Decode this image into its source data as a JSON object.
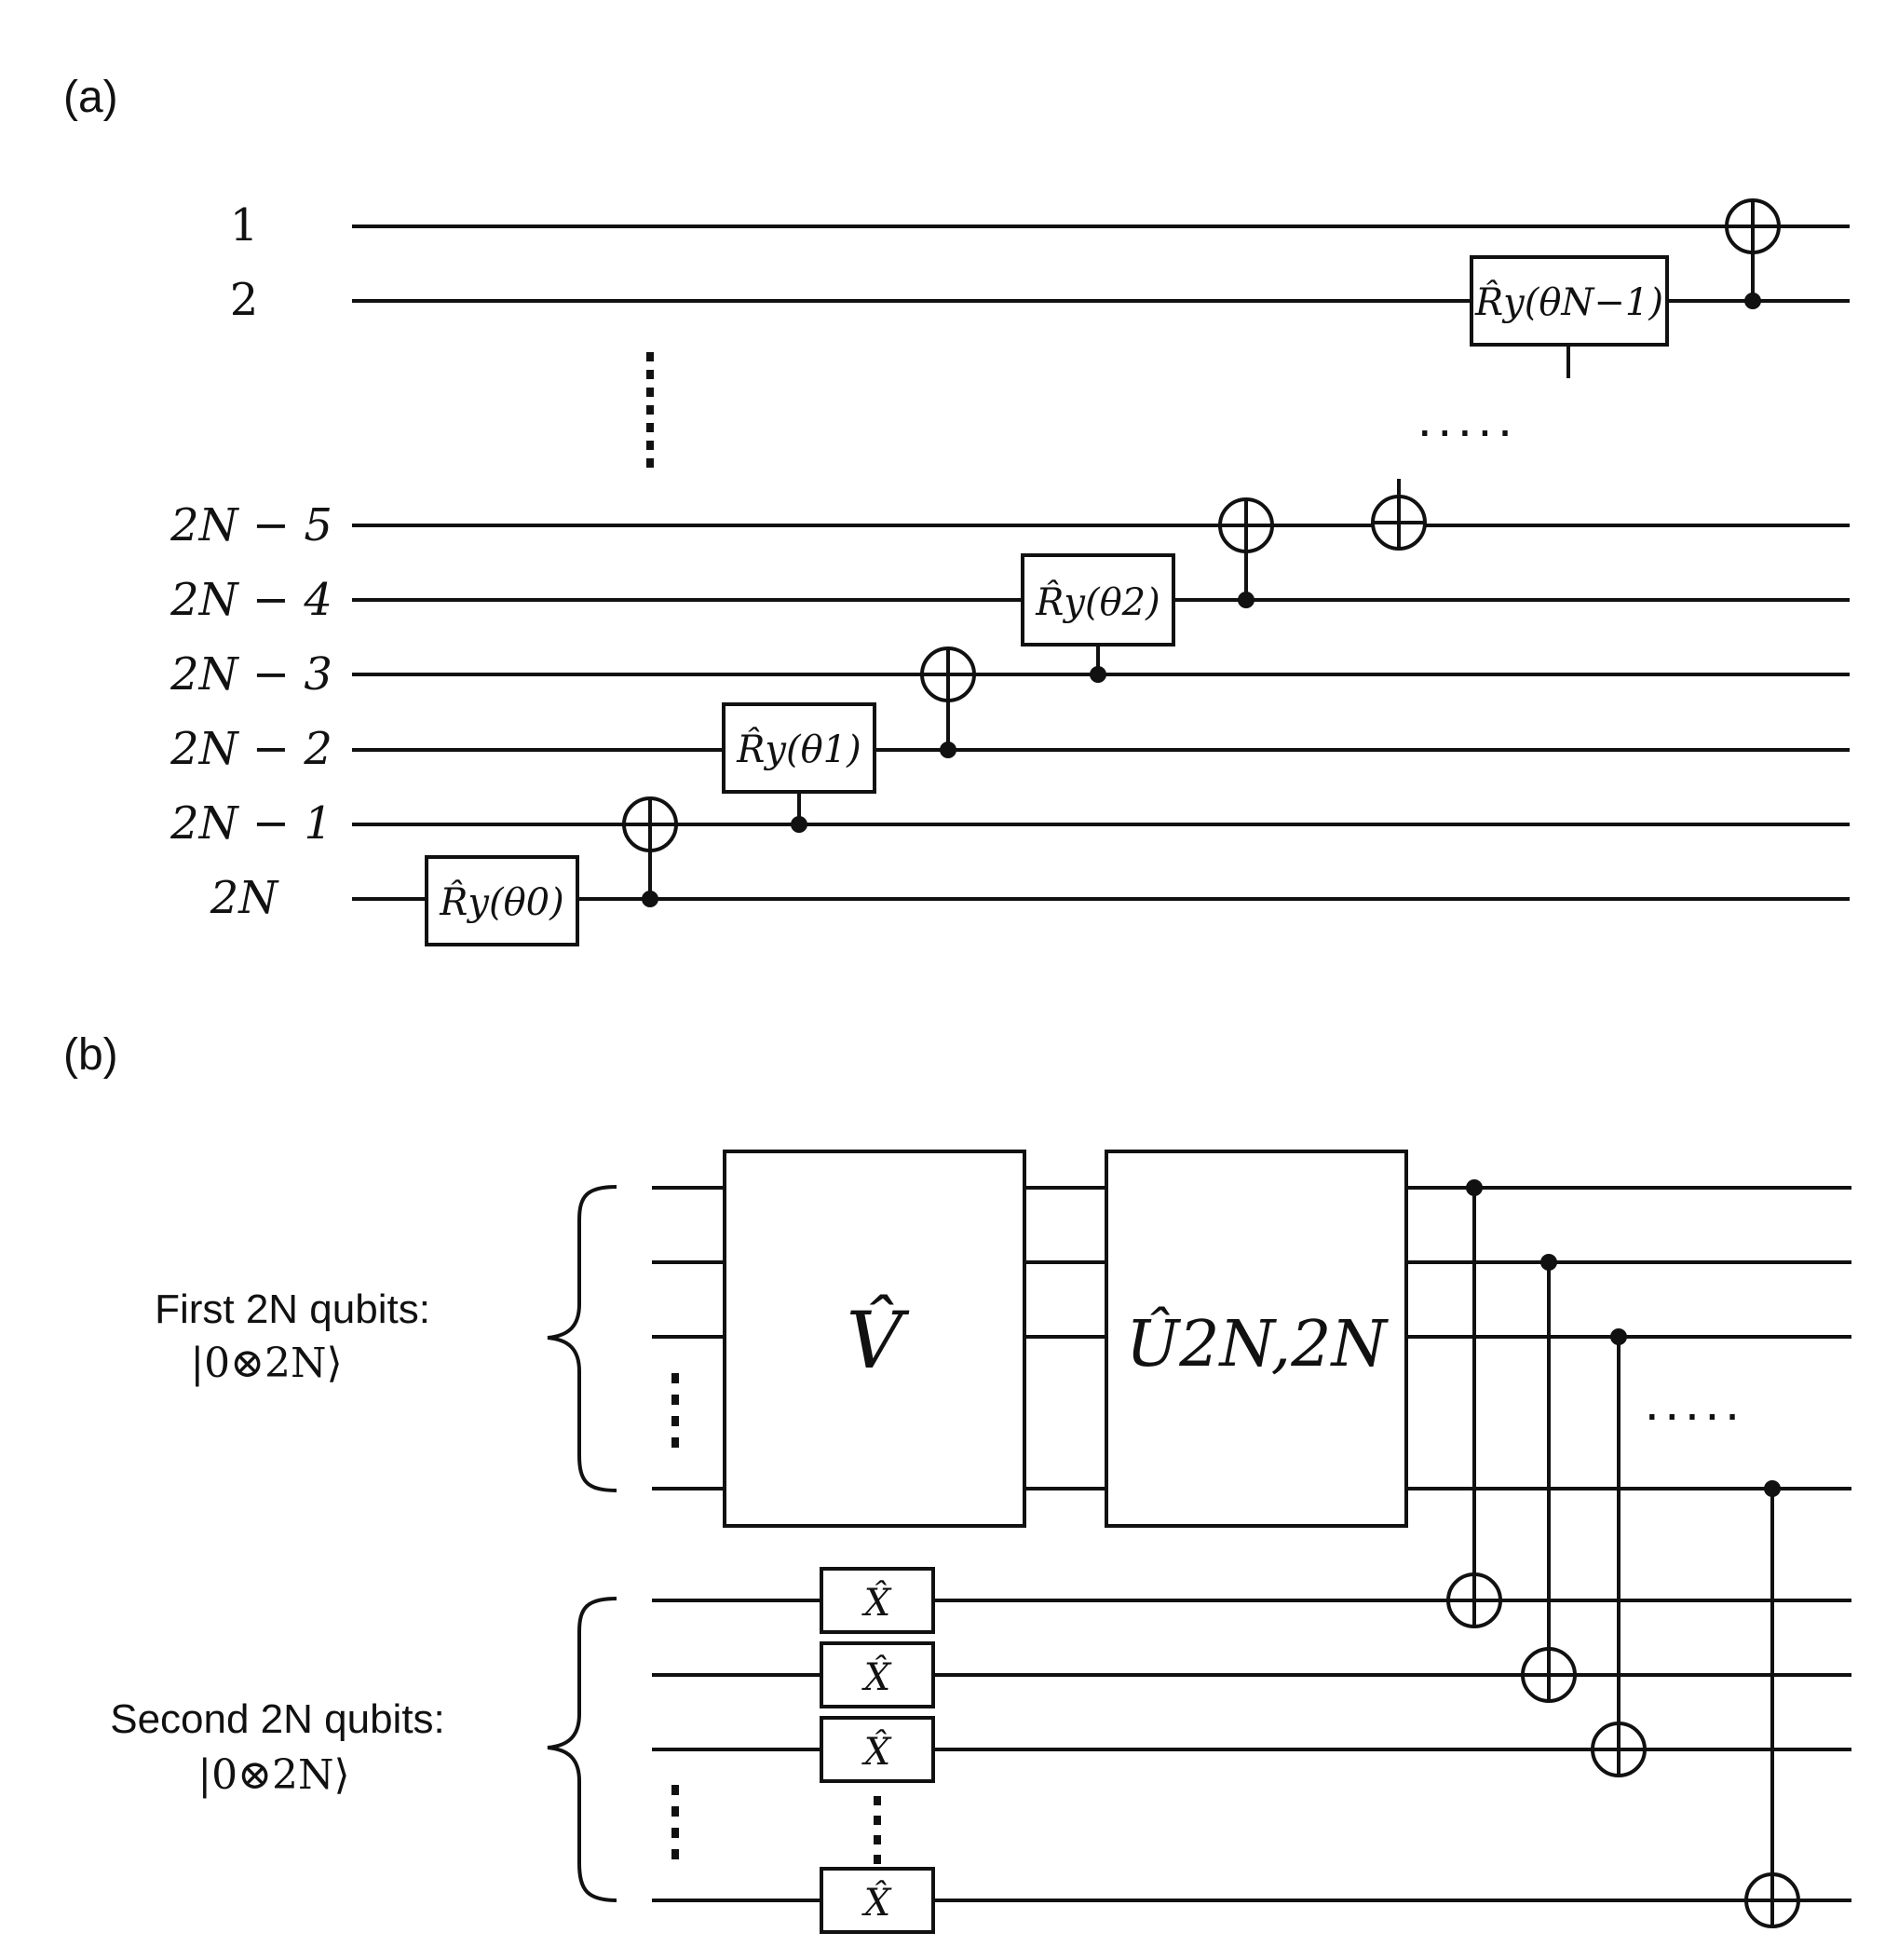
{
  "panel_a": {
    "label": "(a)",
    "qubit_labels": [
      "1",
      "2",
      "2N − 5",
      "2N − 4",
      "2N − 3",
      "2N − 2",
      "2N − 1",
      "2N"
    ],
    "gates": {
      "theta0": "R̂y(θ0)",
      "theta1": "R̂y(θ1)",
      "theta2": "R̂y(θ2)",
      "thetaN1": "R̂y(θN−1)"
    },
    "ellipsis": "....."
  },
  "panel_b": {
    "label": "(b)",
    "first_group": {
      "text": "First 2N qubits:",
      "state": "|0⊗2N⟩"
    },
    "second_group": {
      "text": "Second  2N qubits:",
      "state": "|0⊗2N⟩"
    },
    "v_gate": "V̂",
    "u_gate": "Û2N,2N",
    "x_gate": "X̂",
    "ellipsis": "....."
  }
}
